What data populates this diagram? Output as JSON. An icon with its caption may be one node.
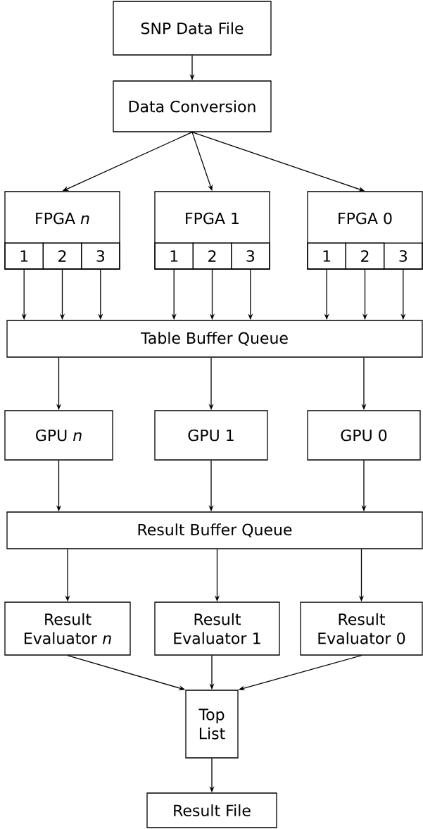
{
  "diagram": {
    "nodes": [
      {
        "text": [
          "SNP Data File"
        ]
      },
      {
        "text": [
          "Data Conversion"
        ]
      },
      {
        "text": [
          "FPGA *n*"
        ]
      },
      {
        "text": [
          "1"
        ],
        "in": 2
      },
      {
        "text": [
          "2"
        ],
        "in": 2
      },
      {
        "text": [
          "3"
        ],
        "in": 2
      },
      {
        "text": [
          "FPGA 1"
        ]
      },
      {
        "text": [
          "1"
        ],
        "in": 6
      },
      {
        "text": [
          "2"
        ],
        "in": 6
      },
      {
        "text": [
          "3"
        ],
        "in": 6
      },
      {
        "text": [
          "FPGA 0"
        ]
      },
      {
        "text": [
          "1"
        ],
        "in": 10
      },
      {
        "text": [
          "2"
        ],
        "in": 10
      },
      {
        "text": [
          "3"
        ],
        "in": 10
      },
      {
        "text": [
          "Table Buffer Queue"
        ]
      },
      {
        "text": [
          "GPU *n*"
        ]
      },
      {
        "text": [
          "GPU 1"
        ]
      },
      {
        "text": [
          "GPU 0"
        ]
      },
      {
        "text": [
          "Result Buffer Queue"
        ]
      },
      {
        "text": [
          "Result Evaluator *n*"
        ]
      },
      {
        "text": [
          "Result Evaluator 1"
        ]
      },
      {
        "text": [
          "Result Evaluator 0"
        ]
      },
      {
        "text": [
          "Top List"
        ]
      },
      {
        "text": [
          "Result File"
        ]
      }
    ],
    "edges": [
      {
        "from": 0,
        "to": 1,
        "arrow": "to"
      },
      {
        "from": 1,
        "to": 2,
        "arrow": "to"
      },
      {
        "from": 1,
        "to": 6,
        "arrow": "to"
      },
      {
        "from": 1,
        "to": 10,
        "arrow": "to"
      },
      {
        "from": 3,
        "to": 14,
        "arrow": "to"
      },
      {
        "from": 4,
        "to": 14,
        "arrow": "to"
      },
      {
        "from": 5,
        "to": 14,
        "arrow": "to"
      },
      {
        "from": 7,
        "to": 14,
        "arrow": "to"
      },
      {
        "from": 8,
        "to": 14,
        "arrow": "to"
      },
      {
        "from": 9,
        "to": 14,
        "arrow": "to"
      },
      {
        "from": 11,
        "to": 14,
        "arrow": "to"
      },
      {
        "from": 12,
        "to": 14,
        "arrow": "to"
      },
      {
        "from": 13,
        "to": 14,
        "arrow": "to"
      },
      {
        "from": 14,
        "to": 15,
        "arrow": "to"
      },
      {
        "from": 14,
        "to": 16,
        "arrow": "to"
      },
      {
        "from": 14,
        "to": 17,
        "arrow": "to"
      },
      {
        "from": 15,
        "to": 18,
        "arrow": "to"
      },
      {
        "from": 16,
        "to": 18,
        "arrow": "to"
      },
      {
        "from": 17,
        "to": 18,
        "arrow": "to"
      },
      {
        "from": 18,
        "to": 19,
        "arrow": "to"
      },
      {
        "from": 18,
        "to": 20,
        "arrow": "to"
      },
      {
        "from": 18,
        "to": 21,
        "arrow": "to"
      },
      {
        "from": 19,
        "to": 22,
        "arrow": "to"
      },
      {
        "from": 20,
        "to": 22,
        "arrow": "to"
      },
      {
        "from": 21,
        "to": 22,
        "arrow": "to"
      },
      {
        "from": 22,
        "to": 23,
        "arrow": "to"
      }
    ]
  }
}
